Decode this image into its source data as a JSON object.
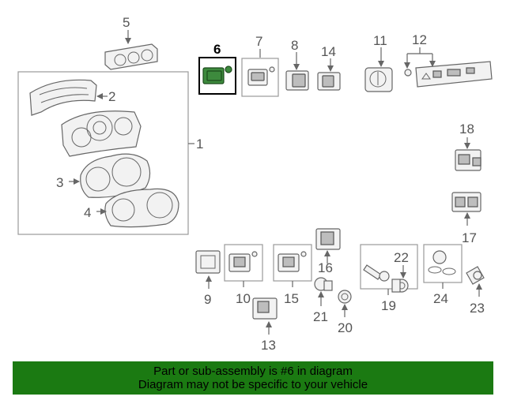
{
  "callouts": {
    "c1": "1",
    "c2": "2",
    "c3": "3",
    "c4": "4",
    "c5": "5",
    "c6": "6",
    "c7": "7",
    "c8": "8",
    "c9": "9",
    "c10": "10",
    "c11": "11",
    "c12": "12",
    "c13": "13",
    "c14": "14",
    "c15": "15",
    "c16": "16",
    "c17": "17",
    "c18": "18",
    "c19": "19",
    "c20": "20",
    "c21": "21",
    "c22": "22",
    "c23": "23",
    "c24": "24"
  },
  "highlight": {
    "part": "6",
    "color": "#3d8a3d"
  },
  "footer": {
    "line1": "Part or sub-assembly is #6 in diagram",
    "line2": "Diagram may not be specific to your vehicle",
    "background": "#1b7a12"
  }
}
